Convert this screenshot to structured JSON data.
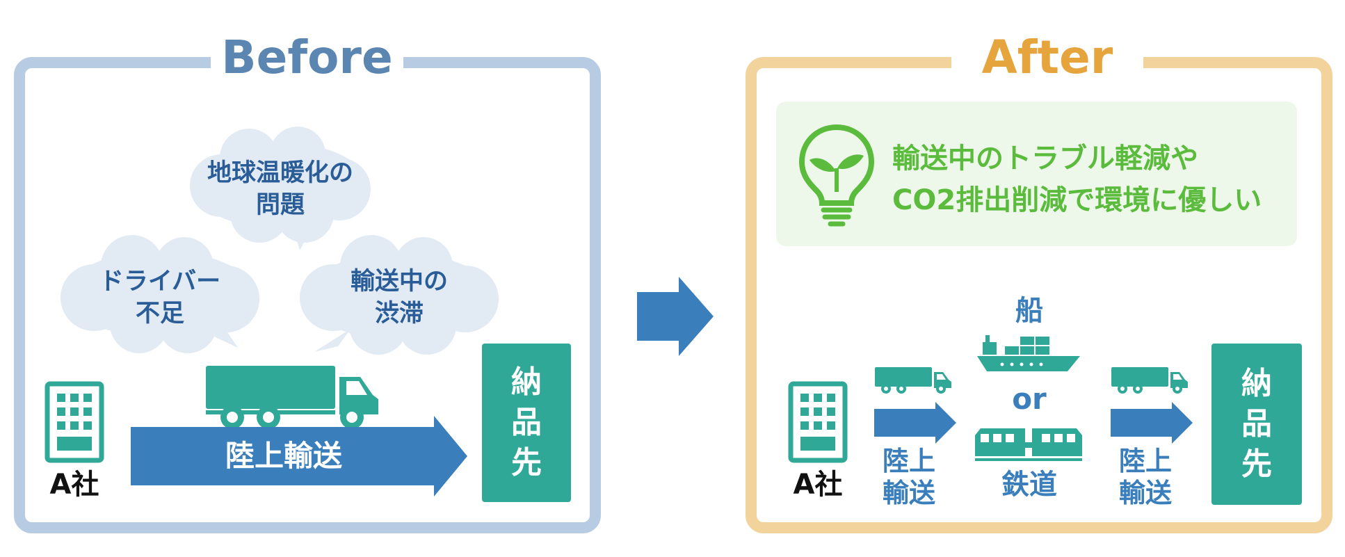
{
  "before": {
    "title": "Before",
    "clouds": [
      "地球温暖化の\n問題",
      "ドライバー\n不足",
      "輸送中の\n渋滞"
    ],
    "origin_label": "A社",
    "transport_label": "陸上輸送",
    "destination": [
      "納",
      "品",
      "先"
    ]
  },
  "after": {
    "title": "After",
    "benefit_lines": [
      "輸送中のトラブル軽減や",
      "CO2排出削減で環境に優しい"
    ],
    "origin_label": "A社",
    "land_transport_label_1": "陸上\n輸送",
    "ship_label": "船",
    "or_label": "or",
    "rail_label": "鉄道",
    "land_transport_label_2": "陸上\n輸送",
    "destination": [
      "納",
      "品",
      "先"
    ]
  },
  "colors": {
    "before_border": "#b7cce2",
    "after_border": "#f3d39c",
    "blue": "#3a7fbc",
    "teal": "#2fa898",
    "green": "#5bbb3c",
    "cloud": "#e2eaf4"
  },
  "icons": [
    "building-icon",
    "truck-icon",
    "ship-icon",
    "train-icon",
    "light-bulb-icon",
    "right-arrow-icon"
  ]
}
